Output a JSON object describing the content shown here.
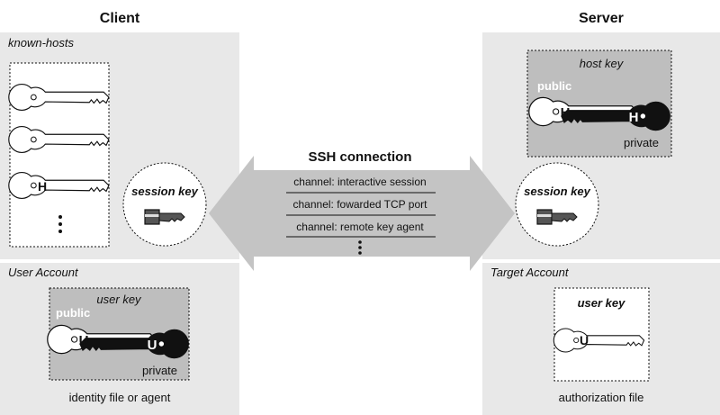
{
  "client": {
    "title": "Client",
    "known_hosts_label": "known-hosts",
    "host_key_letter": "H",
    "session_key_label": "session key",
    "user_account_label": "User Account",
    "user_key_label": "user key",
    "public_label": "public",
    "private_label": "private",
    "user_key_letter": "U",
    "identity_caption": "identity file or agent"
  },
  "server": {
    "title": "Server",
    "host_key_label": "host key",
    "public_label": "public",
    "private_label": "private",
    "host_key_letter": "H",
    "session_key_label": "session key",
    "target_account_label": "Target Account",
    "user_key_label": "user key",
    "user_key_letter": "U",
    "authorization_caption": "authorization file"
  },
  "connection": {
    "title": "SSH connection",
    "channels": [
      "channel: interactive session",
      "channel: fowarded TCP port",
      "channel: remote key agent"
    ]
  },
  "colors": {
    "panel": "#e8e8e8",
    "arrow": "#c4c4c4",
    "key_box": "#bebebe",
    "ink": "#111111"
  }
}
